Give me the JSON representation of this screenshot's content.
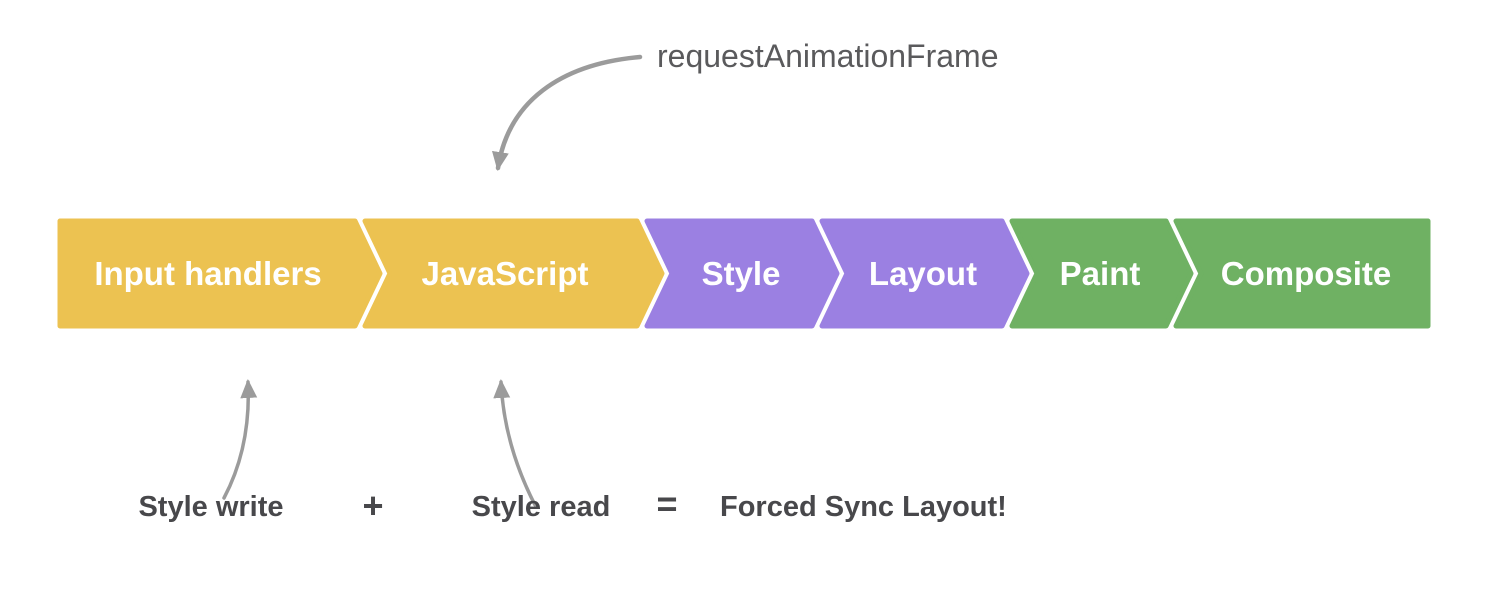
{
  "diagram": {
    "background": "#FFFFFF",
    "stage_label_color": "#FFFFFF",
    "stages": [
      {
        "label": "Input handlers",
        "color": "#ECC251",
        "group": "javascript"
      },
      {
        "label": "JavaScript",
        "color": "#ECC251",
        "group": "javascript"
      },
      {
        "label": "Style",
        "color": "#9B80E2",
        "group": "rendering"
      },
      {
        "label": "Layout",
        "color": "#9B80E2",
        "group": "rendering"
      },
      {
        "label": "Paint",
        "color": "#6FB163",
        "group": "painting"
      },
      {
        "label": "Composite",
        "color": "#6FB163",
        "group": "painting"
      }
    ],
    "annotations": {
      "raf_label": "requestAnimationFrame",
      "style_write": "Style write",
      "plus": "+",
      "style_read": "Style read",
      "equals": "=",
      "result": "Forced Sync Layout!"
    },
    "colors": {
      "arrow": "#9B9B9B",
      "raf_text": "#5A5A5C",
      "annotation_text": "#48484B"
    }
  }
}
